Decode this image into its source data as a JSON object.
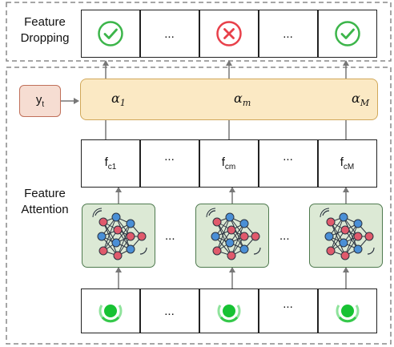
{
  "labels": {
    "feature_dropping": [
      "Feature",
      "Dropping"
    ],
    "feature_attention": [
      "Feature",
      "Attention"
    ]
  },
  "target": {
    "symbol": "y",
    "subscript": "t"
  },
  "attention_weights": [
    {
      "symbol": "α",
      "subscript": "1"
    },
    {
      "symbol": "α",
      "subscript": "m"
    },
    {
      "symbol": "α",
      "subscript": "M"
    }
  ],
  "features": [
    {
      "symbol": "f",
      "subscript": "c1"
    },
    {
      "symbol": "f",
      "subscript": "cm"
    },
    {
      "symbol": "f",
      "subscript": "cM"
    }
  ],
  "ellipsis": "...",
  "drop_status": [
    "keep",
    "drop",
    "keep"
  ],
  "colors": {
    "keep": "#3cb54a",
    "drop": "#e8404a",
    "attention_fill": "#fbe9c4",
    "attention_stroke": "#d1a85a",
    "target_fill": "#f6ddd2",
    "target_stroke": "#c0705a",
    "network_fill": "#dce9d5",
    "sensor_green": "#17c233"
  },
  "icons": {
    "keep": "check-circle-icon",
    "drop": "x-circle-icon",
    "network": "neural-network-icon",
    "sensor": "sensor-signal-icon"
  }
}
